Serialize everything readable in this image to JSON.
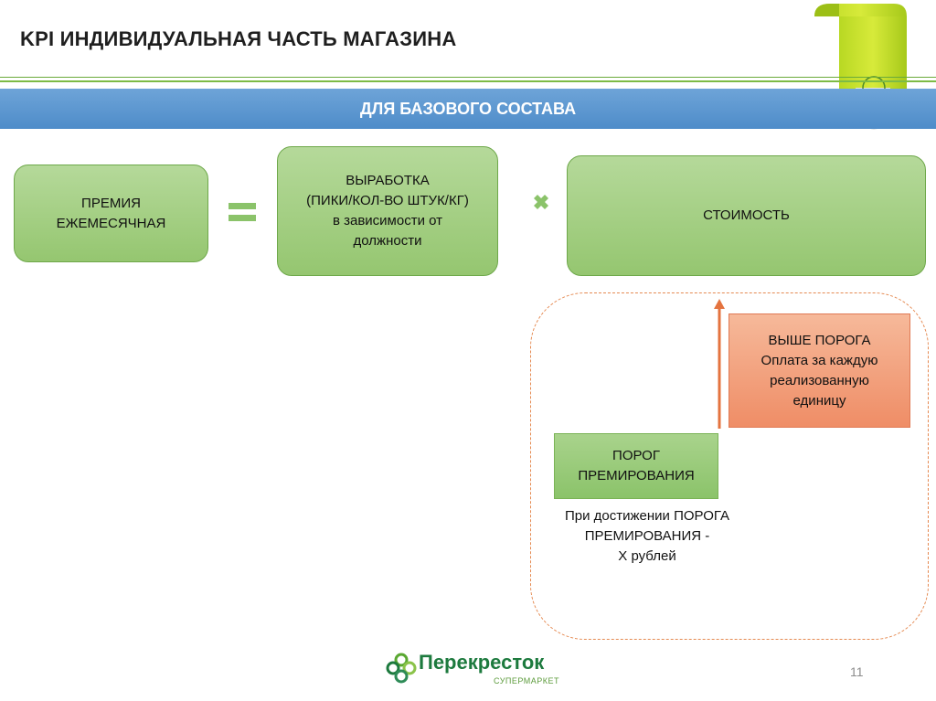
{
  "header": {
    "title": "KPI ИНДИВИДУАЛЬНАЯ ЧАСТЬ МАГАЗИНА",
    "banner": "ДЛЯ БАЗОВОГО СОСТАВА"
  },
  "formula": {
    "premium": {
      "line1": "ПРЕМИЯ",
      "line2": "ЕЖЕМЕСЯЧНАЯ"
    },
    "output": {
      "line1": "ВЫРАБОТКА",
      "line2": "(ПИКИ/КОЛ-ВО ШТУК/КГ)",
      "line3": "в зависимости от",
      "line4": "должности"
    },
    "cost": "СТОИМОСТЬ"
  },
  "threshold_diagram": {
    "above": {
      "line1": "ВЫШЕ ПОРОГА",
      "line2": "Оплата за каждую",
      "line3": "реализованную",
      "line4": "единицу"
    },
    "threshold": {
      "line1": "ПОРОГ",
      "line2": "ПРЕМИРОВАНИЯ"
    },
    "note": {
      "line1": "При достижении ПОРОГА",
      "line2": "ПРЕМИРОВАНИЯ -",
      "line3": "Х рублей"
    }
  },
  "footer": {
    "logo_text": "Перекресток",
    "logo_sub": "СУПЕРМАРКЕТ",
    "page_number": "11"
  },
  "colors": {
    "accent_green": "#8bc36a",
    "banner_blue": "#5a95cf",
    "orange": "#ef8d66"
  }
}
